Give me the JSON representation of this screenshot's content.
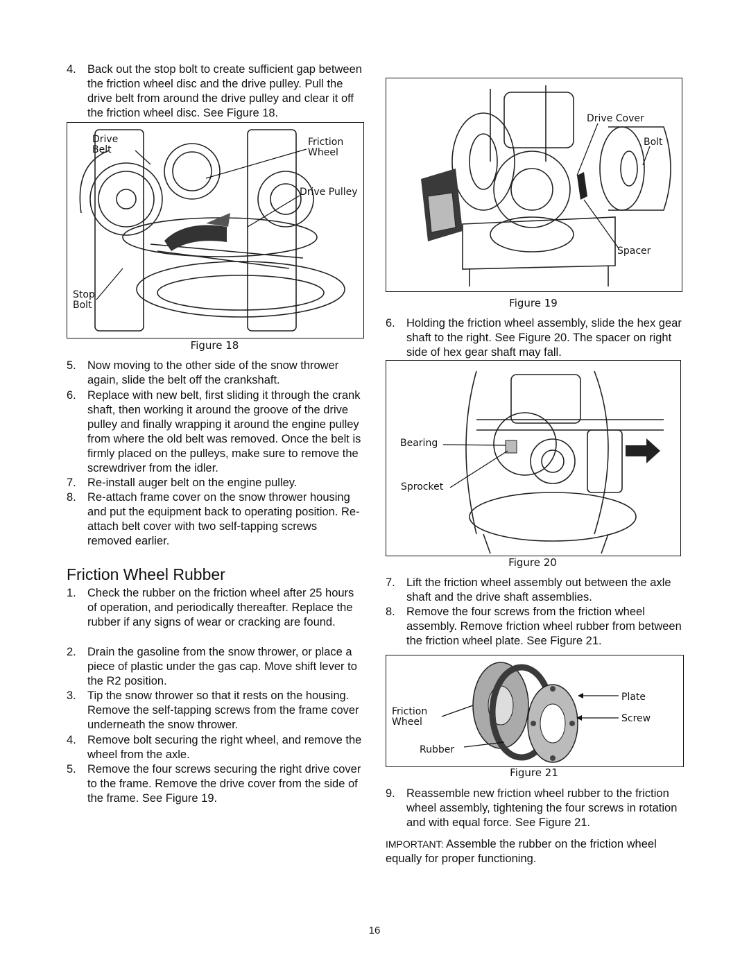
{
  "left_steps_top": [
    {
      "n": "4.",
      "t": "Back out the stop bolt to create sufficient gap between the friction wheel disc and the drive pulley. Pull the drive belt from around the drive pulley and clear it off the friction wheel disc. See Figure 18."
    }
  ],
  "fig18": {
    "caption": "Figure 18",
    "drive_belt": [
      "Drive",
      "Belt"
    ],
    "friction_wheel": [
      "Friction",
      "Wheel"
    ],
    "drive_pulley": "Drive Pulley",
    "stop_bolt": [
      "Stop",
      "Bolt"
    ]
  },
  "left_steps_mid": [
    {
      "n": "5.",
      "t": "Now moving to the other side of the snow thrower again, slide the belt off the crankshaft."
    },
    {
      "n": "6.",
      "t": "Replace with new belt, first sliding it through the crank shaft, then working it around the groove of the drive pulley and finally wrapping it around the engine pulley from where the old belt was removed. Once the belt is firmly placed on the pulleys, make sure to remove the screwdriver from the idler."
    },
    {
      "n": "7.",
      "t": "Re-install auger belt on the engine pulley."
    },
    {
      "n": "8.",
      "t": "Re-attach frame cover on the snow thrower housing and put the equipment back to operating position. Re-attach belt cover with two self-tapping screws removed earlier."
    }
  ],
  "section_title": "Friction Wheel Rubber",
  "left_steps_bottom": [
    {
      "n": "1.",
      "t": "Check the rubber on the friction wheel after 25 hours of operation, and periodically thereafter. Replace the rubber if any signs of wear or cracking are found."
    },
    {
      "n": "2.",
      "t": "Drain the gasoline from the snow thrower, or place a piece of plastic under the gas cap. Move shift lever to the R2 position."
    },
    {
      "n": "3.",
      "t": "Tip the snow thrower so that it rests on the housing. Remove the self-tapping screws from the frame cover underneath the snow thrower."
    },
    {
      "n": "4.",
      "t": "Remove bolt securing the right wheel, and remove the wheel from the axle."
    },
    {
      "n": "5.",
      "t": "Remove the four screws securing the right drive cover to the frame. Remove the drive cover from the side of the frame. See Figure 19."
    }
  ],
  "fig19": {
    "caption": "Figure 19",
    "drive_cover": "Drive Cover",
    "bolt": "Bolt",
    "spacer": "Spacer"
  },
  "right_step6": {
    "n": "6.",
    "t": "Holding the friction wheel assembly, slide the hex gear shaft to the right. See Figure 20. The spacer on right side of hex gear shaft may fall."
  },
  "fig20": {
    "caption": "Figure 20",
    "bearing": "Bearing",
    "sprocket": "Sprocket"
  },
  "right_steps_mid": [
    {
      "n": "7.",
      "t": "Lift the friction wheel assembly out between the axle shaft and the drive shaft assemblies."
    },
    {
      "n": "8.",
      "t": "Remove the four screws from the friction wheel assembly. Remove friction wheel rubber from between the friction wheel plate. See Figure 21."
    }
  ],
  "fig21": {
    "caption": "Figure 21",
    "plate": "Plate",
    "friction_wheel": [
      "Friction",
      "Wheel"
    ],
    "screw": "Screw",
    "rubber": "Rubber"
  },
  "right_step9": {
    "n": "9.",
    "t": "Reassemble new friction wheel rubber to the friction wheel assembly, tightening the four screws in rotation and with equal force. See Figure 21."
  },
  "important": {
    "key": "IMPORTANT:",
    "text": " Assemble the rubber on the friction wheel equally for proper functioning."
  },
  "page_number": "16"
}
